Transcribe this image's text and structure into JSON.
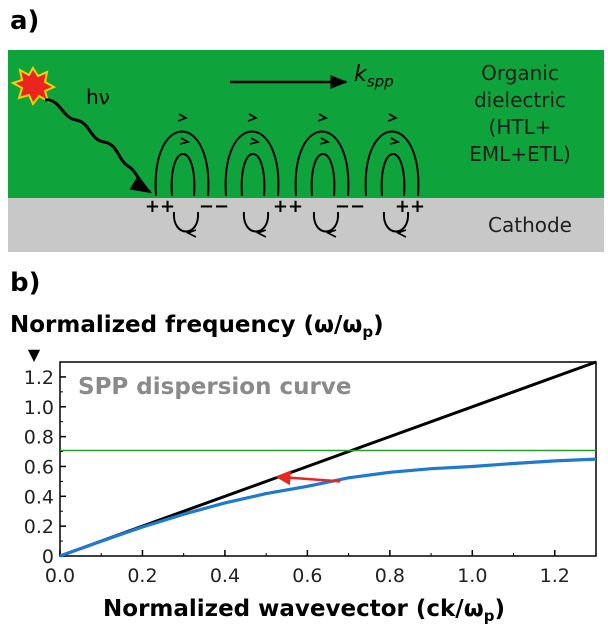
{
  "panel_a": {
    "label": "a)",
    "layers": {
      "organic": [
        "Organic",
        "dielectric",
        "(HTL+",
        "EML+ETL)"
      ],
      "cathode": "Cathode"
    },
    "light_label": "hν",
    "k_label_main": "k",
    "k_label_sub": "spp",
    "charges": [
      "++",
      "−−",
      "++",
      "−−",
      "++"
    ],
    "colors": {
      "organic": "#0fa33b",
      "cathode": "#c8c8c8",
      "emitter": "#e8261f",
      "emitter_edge": "#f5d000"
    }
  },
  "panel_b": {
    "label": "b)",
    "y_title": "Normalized frequency (ω/ω",
    "y_title_sub": "p",
    "y_title_end": ")",
    "x_title": "Normalized wavevector (ck/ω",
    "x_title_sub": "p",
    "x_title_end": ")",
    "curve_label": "SPP dispersion curve",
    "y_marker": "▼"
  },
  "chart_data": {
    "type": "line",
    "title": "",
    "xlabel": "Normalized wavevector (ck/ωp)",
    "ylabel": "Normalized frequency (ω/ωp)",
    "xlim": [
      0,
      1.3
    ],
    "ylim": [
      0,
      1.3
    ],
    "xticks": [
      0.0,
      0.2,
      0.4,
      0.6,
      0.8,
      1.0,
      1.2
    ],
    "yticks": [
      0,
      0.2,
      0.4,
      0.6,
      0.8,
      1.0,
      1.2
    ],
    "grid": false,
    "series": [
      {
        "x": [
          0,
          1.3
        ],
        "y": [
          0,
          1.3
        ],
        "color": "#000000"
      },
      {
        "x": [
          0,
          1.3
        ],
        "y": [
          0.707,
          0.707
        ],
        "color": "#2a9a2a"
      },
      {
        "x": [
          0,
          0.1,
          0.2,
          0.3,
          0.4,
          0.5,
          0.6,
          0.7,
          0.8,
          0.9,
          1.0,
          1.1,
          1.2,
          1.3
        ],
        "y": [
          0,
          0.099,
          0.194,
          0.28,
          0.356,
          0.418,
          0.467,
          0.524,
          0.561,
          0.585,
          0.6,
          0.62,
          0.637,
          0.649
        ],
        "color": "#1f78d1"
      }
    ],
    "annotations": [
      {
        "type": "arrow",
        "from": [
          0.68,
          0.5
        ],
        "to": [
          0.53,
          0.53
        ],
        "color": "#e8261f"
      }
    ]
  }
}
